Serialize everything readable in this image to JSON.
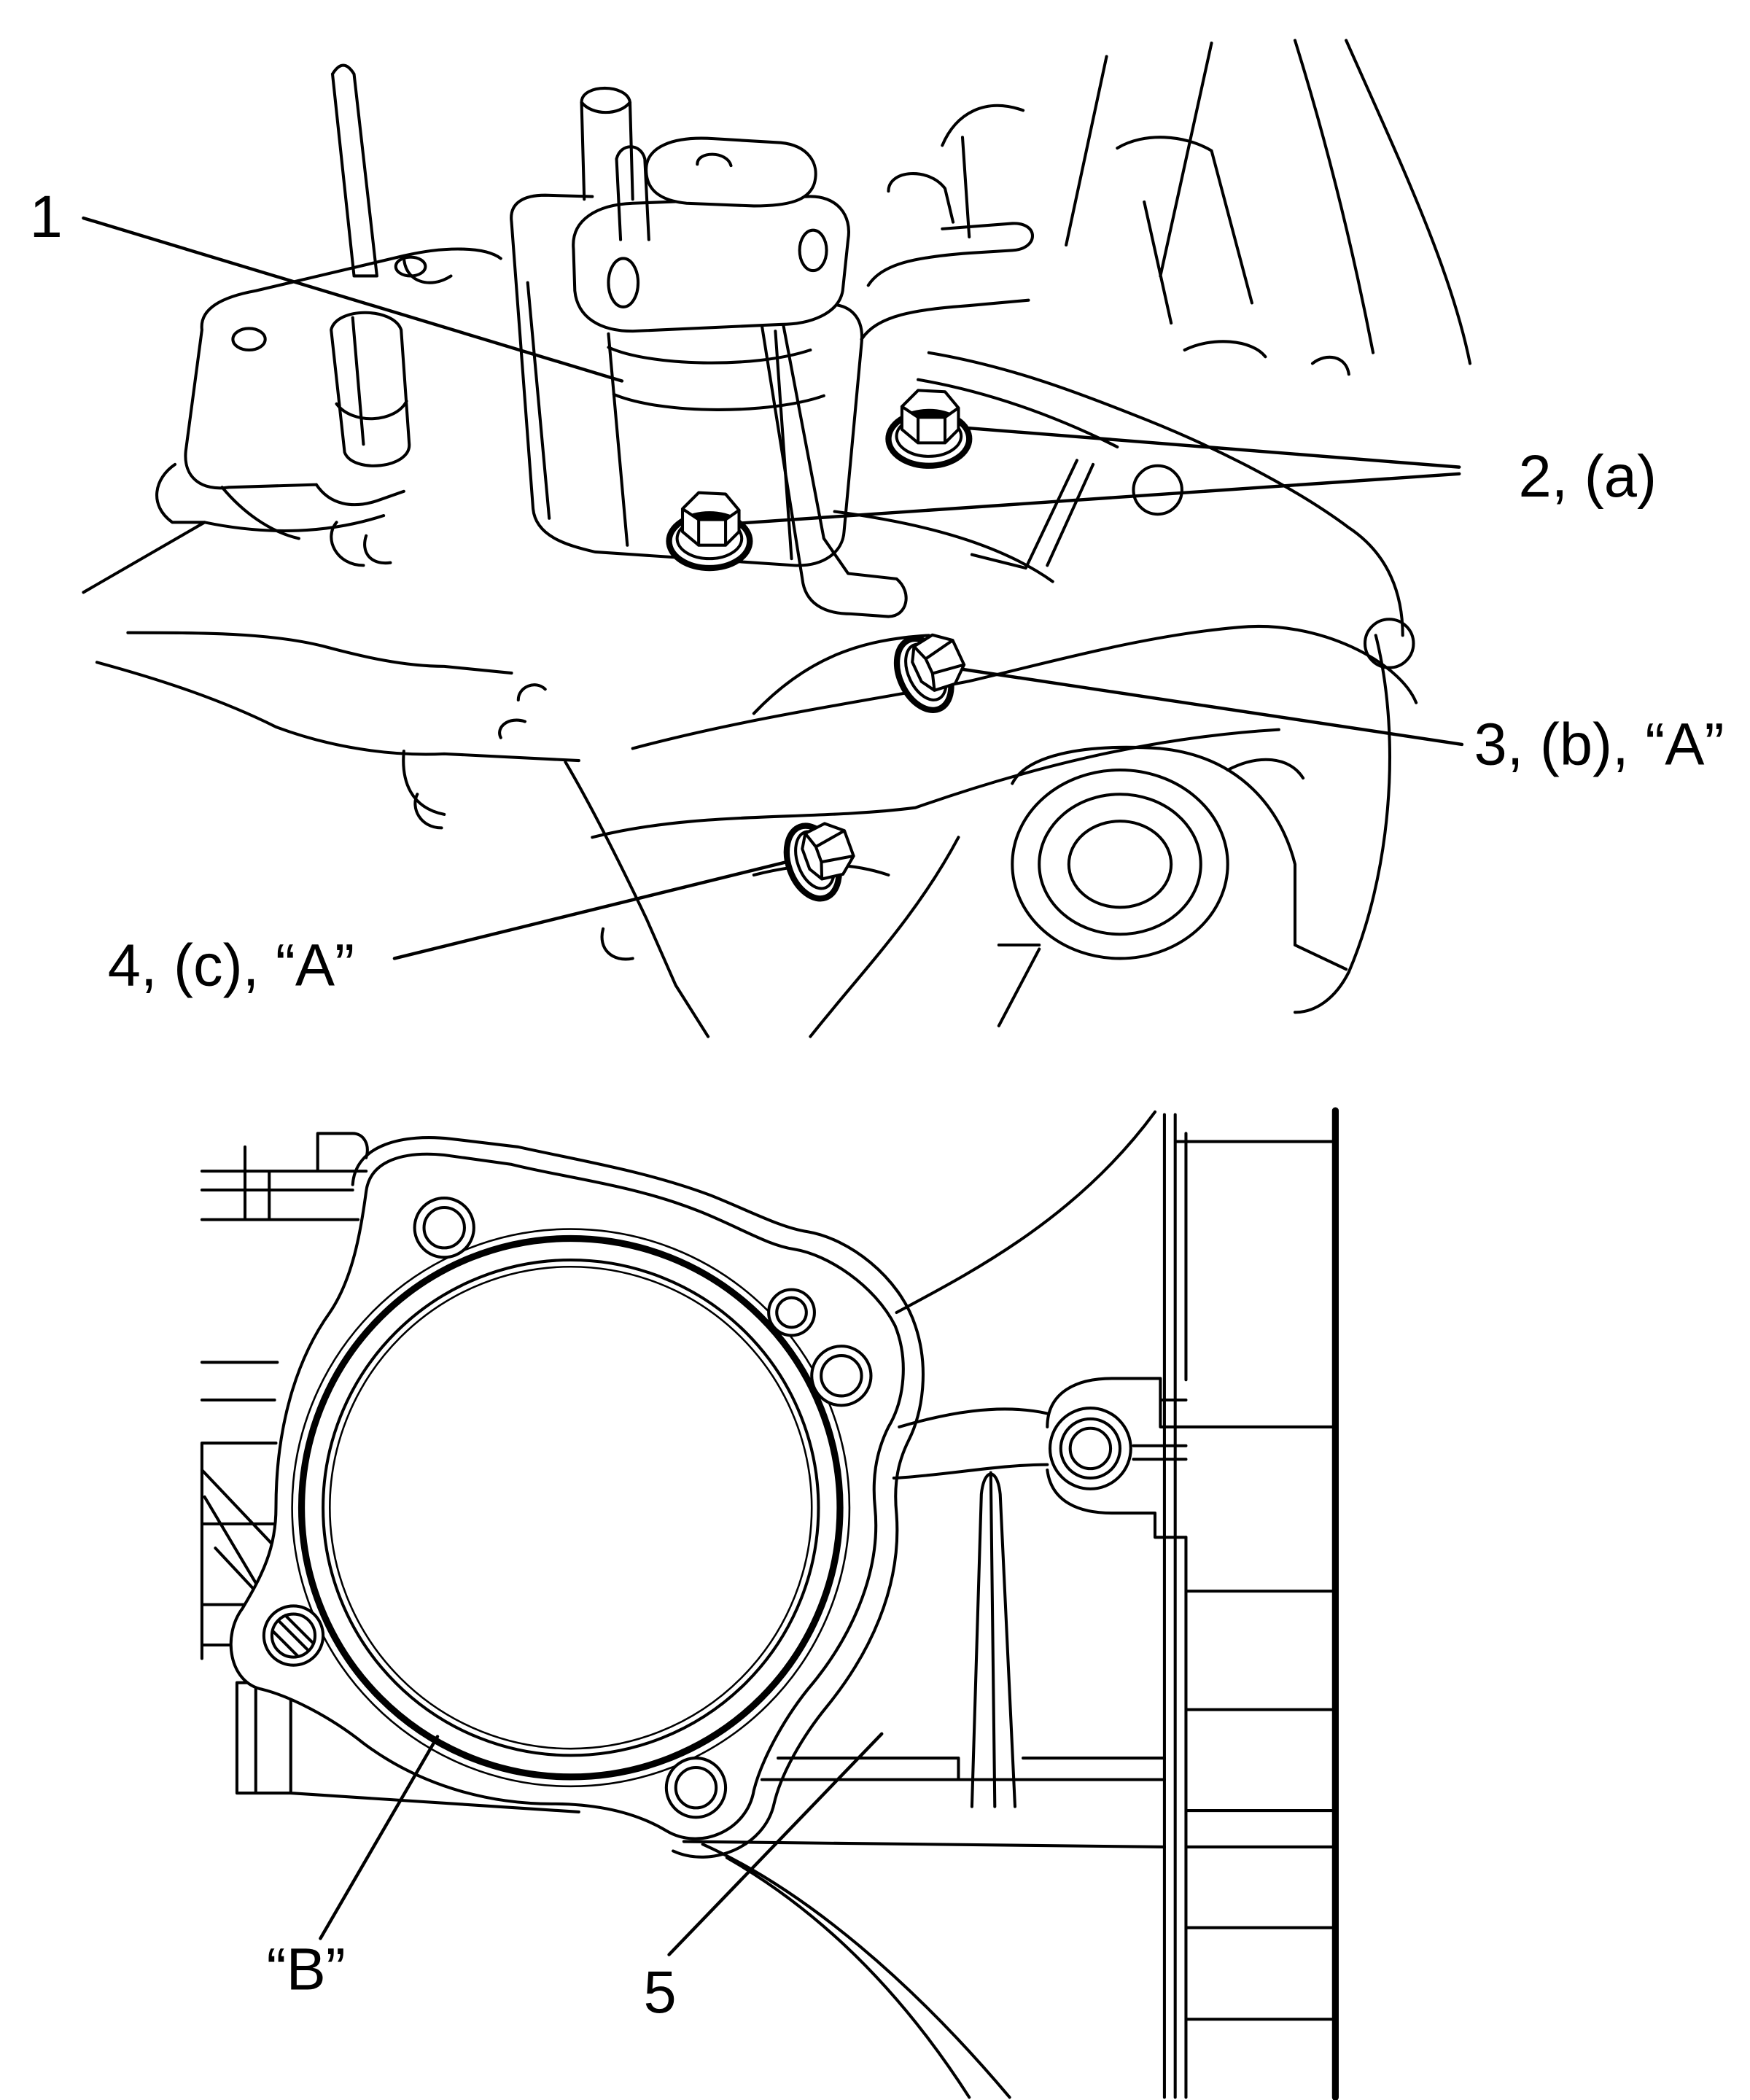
{
  "callouts": {
    "c1": "1",
    "c2": "2, (a)",
    "c3": "3, (b), “A”",
    "c4": "4, (c), “A”",
    "cB": "“B”",
    "c5": "5"
  },
  "colors": {
    "line": "#000000",
    "background": "#ffffff"
  }
}
